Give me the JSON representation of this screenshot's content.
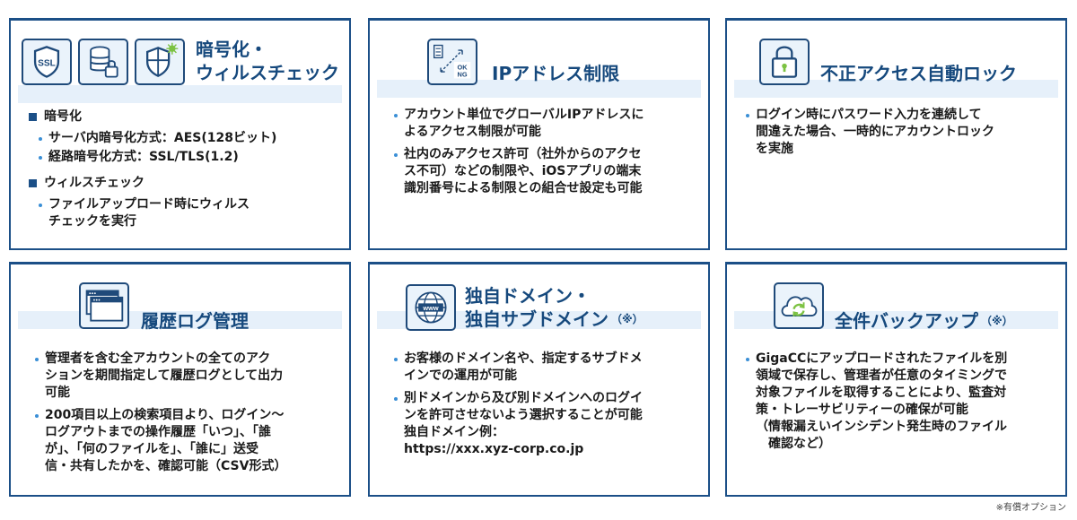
{
  "colors": {
    "border": "#1b4f87",
    "title": "#16497d",
    "band": "#e6f0fa",
    "bullet": "#3a8fd6"
  },
  "encryption": {
    "icons": [
      "ssl-shield-icon",
      "database-lock-icon",
      "virus-shield-icon"
    ],
    "title_lines": [
      "暗号化・",
      "ウィルスチェック"
    ],
    "section1_heading": "暗号化",
    "section1_items": [
      "サーバ内暗号化方式：AES(128ビット)",
      "経路暗号化方式：SSL/TLS(1.2)"
    ],
    "section2_heading": "ウィルスチェック",
    "section2_item_lines": [
      "ファイルアップロード時にウィルス",
      "チェックを実行"
    ]
  },
  "ip": {
    "icon": "ip-restriction-icon",
    "icon_text": [
      "OK",
      "NG"
    ],
    "title": "IPアドレス制限",
    "items": [
      [
        "アカウント単位でグローバルIPアドレスに",
        "よるアクセス制限が可能"
      ],
      [
        "社内のみアクセス許可（社外からのアクセ",
        "ス不可）などの制限や、iOSアプリの端末",
        "識別番号による制限との組合せ設定も可能"
      ]
    ]
  },
  "lockout": {
    "icon": "padlock-icon",
    "title": "不正アクセス自動ロック",
    "items": [
      [
        "ログイン時にパスワード入力を連続して",
        "間違えた場合、一時的にアカウントロック",
        "を実施"
      ]
    ]
  },
  "history": {
    "icon": "window-log-icon",
    "title": "履歴ログ管理",
    "items": [
      [
        "管理者を含む全アカウントの全てのアク",
        "ションを期間指定して履歴ログとして出力",
        "可能"
      ],
      [
        "200項目以上の検索項目より、ログイン～",
        "ログアウトまでの操作履歴「いつ」、「誰",
        "が」、「何のファイルを」、「誰に」送受",
        "信・共有したかを、確認可能（CSV形式）"
      ]
    ]
  },
  "domain": {
    "icon": "www-globe-icon",
    "icon_text": "www",
    "title_lines": [
      "独自ドメイン・",
      "独自サブドメイン"
    ],
    "title_note": "（※）",
    "items": [
      [
        "お客様のドメイン名や、指定するサブドメ",
        "インでの運用が可能"
      ],
      [
        "別ドメインから及び別ドメインへのログイ",
        "ンを許可させないよう選択することが可能",
        "独自ドメイン例：",
        "https://xxx.xyz-corp.co.jp"
      ]
    ]
  },
  "backup": {
    "icon": "cloud-sync-icon",
    "title": "全件バックアップ",
    "title_note": "（※）",
    "items": [
      [
        "GigaCCにアップロードされたファイルを別",
        "領域で保存し、管理者が任意のタイミングで",
        "対象ファイルを取得することにより、監査対",
        "策・トレーサビリティーの確保が可能",
        "（情報漏えいインシデント発生時のファイル",
        "　確認など）"
      ]
    ]
  },
  "footnote": "※有償オプション"
}
